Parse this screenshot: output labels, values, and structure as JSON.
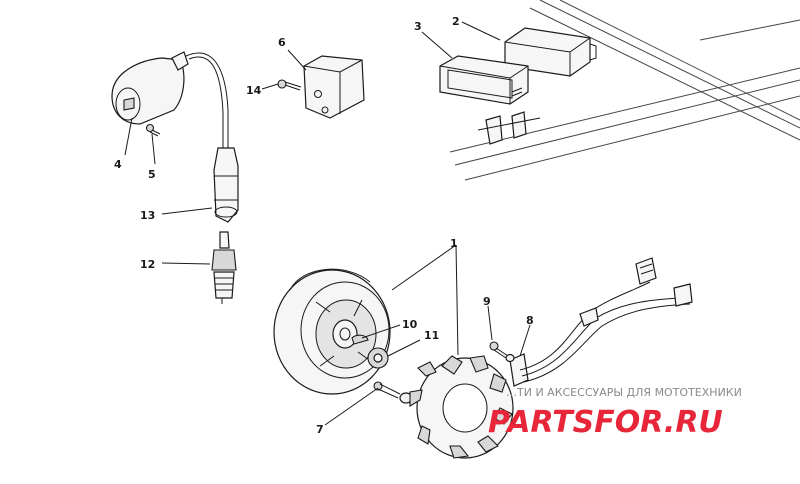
{
  "callouts": {
    "c1": "1",
    "c2": "2",
    "c3": "3",
    "c4": "4",
    "c5": "5",
    "c6": "6",
    "c7": "7",
    "c8": "8",
    "c9": "9",
    "c10": "10",
    "c11": "11",
    "c12": "12",
    "c13": "13",
    "c14": "14"
  },
  "watermark": {
    "tagline": "…ТИ И АКСЕССУАРЫ ДЛЯ МОТОТЕХНИКИ",
    "brand": "PARTSFOR.RU"
  },
  "colors": {
    "line": "#1a1a1a",
    "watermark_red": "#e8263a",
    "watermark_gray": "#8a8a8a"
  }
}
